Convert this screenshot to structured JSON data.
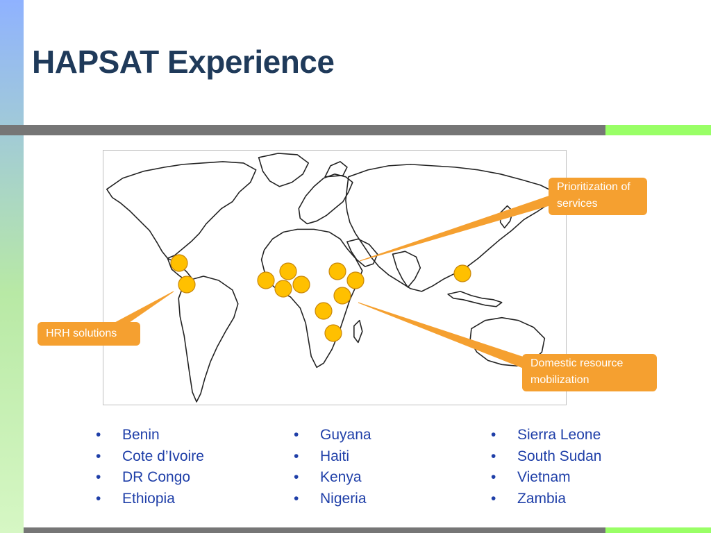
{
  "slide": {
    "title": "HAPSAT Experience"
  },
  "callouts": {
    "prioritization": "Prioritization of services",
    "hrh": "HRH solutions",
    "domestic": "Domestic resource mobilization"
  },
  "countries": {
    "column1": [
      "Benin",
      "Cote d’Ivoire",
      "DR Congo",
      "Ethiopia"
    ],
    "column2": [
      "Guyana",
      "Haiti",
      "Kenya",
      "Nigeria"
    ],
    "column3": [
      "Sierra Leone",
      "South Sudan",
      "Vietnam",
      "Zambia"
    ]
  },
  "colors": {
    "title": "#1f3a5a",
    "callout": "#f5a030",
    "marker": "#ffc000",
    "list_text": "#1f3fa8",
    "accent_gray": "#767676",
    "accent_green": "#99ff66"
  }
}
